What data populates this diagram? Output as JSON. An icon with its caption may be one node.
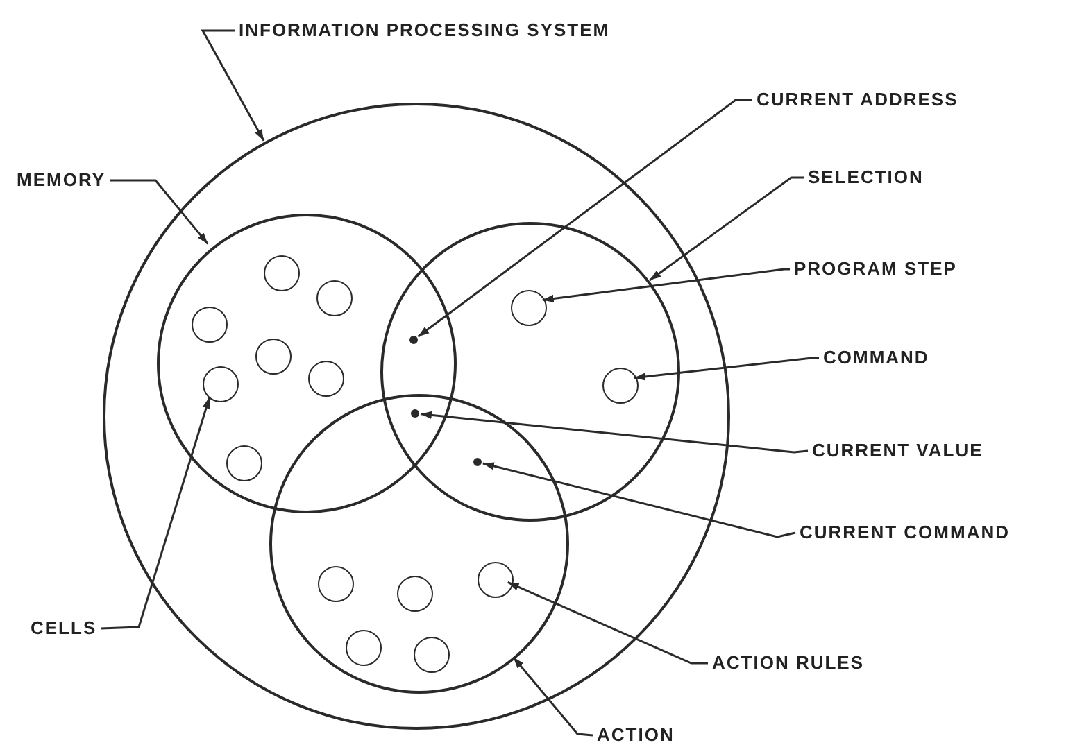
{
  "diagram": {
    "nodes": [
      {
        "text": [
          "INFORMATION PROCESSING SYSTEM"
        ]
      },
      {
        "text": [],
        "shape": "circle"
      },
      {
        "text": [
          "MEMORY"
        ]
      },
      {
        "text": [],
        "shape": "circle",
        "in": 1
      },
      {
        "text": [
          "CURRENT ADDRESS"
        ]
      },
      {
        "text": [
          "SELECTION"
        ]
      },
      {
        "text": [],
        "shape": "circle",
        "in": 1
      },
      {
        "text": [
          "PROGRAM STEP"
        ]
      },
      {
        "text": [
          "COMMAND"
        ]
      },
      {
        "text": [
          "CURRENT VALUE"
        ]
      },
      {
        "text": [
          "CURRENT COMMAND"
        ]
      },
      {
        "text": [
          "CELLS"
        ]
      },
      {
        "text": [
          "ACTION RULES"
        ]
      },
      {
        "text": [
          "ACTION"
        ]
      },
      {
        "text": [],
        "shape": "circle",
        "in": 1
      },
      {
        "text": [],
        "shape": "circle",
        "in": 3
      },
      {
        "text": [],
        "shape": "circle",
        "in": 3
      },
      {
        "text": [],
        "shape": "circle",
        "in": 3
      },
      {
        "text": [],
        "shape": "circle",
        "in": 3
      },
      {
        "text": [],
        "shape": "circle",
        "in": 3
      },
      {
        "text": [],
        "shape": "circle",
        "in": 3
      },
      {
        "text": [],
        "shape": "circle",
        "in": 3
      },
      {
        "text": [],
        "shape": "circle",
        "in": 6
      },
      {
        "text": [],
        "shape": "circle",
        "in": 6
      },
      {
        "text": [],
        "shape": "dot"
      },
      {
        "text": [],
        "shape": "dot"
      },
      {
        "text": [],
        "shape": "dot"
      },
      {
        "text": [],
        "shape": "circle",
        "in": 14
      },
      {
        "text": [],
        "shape": "circle",
        "in": 14
      },
      {
        "text": [],
        "shape": "circle",
        "in": 14
      },
      {
        "text": [],
        "shape": "circle",
        "in": 14
      },
      {
        "text": [],
        "shape": "circle",
        "in": 14
      }
    ],
    "edges": [
      {
        "from": 0,
        "to": 1,
        "arrow": "to"
      },
      {
        "from": 2,
        "to": 3,
        "arrow": "to"
      },
      {
        "from": 4,
        "to": 24,
        "arrow": "to"
      },
      {
        "from": 5,
        "to": 6,
        "arrow": "to"
      },
      {
        "from": 7,
        "to": 22,
        "arrow": "to"
      },
      {
        "from": 8,
        "to": 23,
        "arrow": "to"
      },
      {
        "from": 9,
        "to": 25,
        "arrow": "to"
      },
      {
        "from": 10,
        "to": 26,
        "arrow": "to"
      },
      {
        "from": 11,
        "to": 20,
        "arrow": "to"
      },
      {
        "from": 12,
        "to": 27,
        "arrow": "to"
      },
      {
        "from": 13,
        "to": 14,
        "arrow": "to"
      }
    ]
  }
}
